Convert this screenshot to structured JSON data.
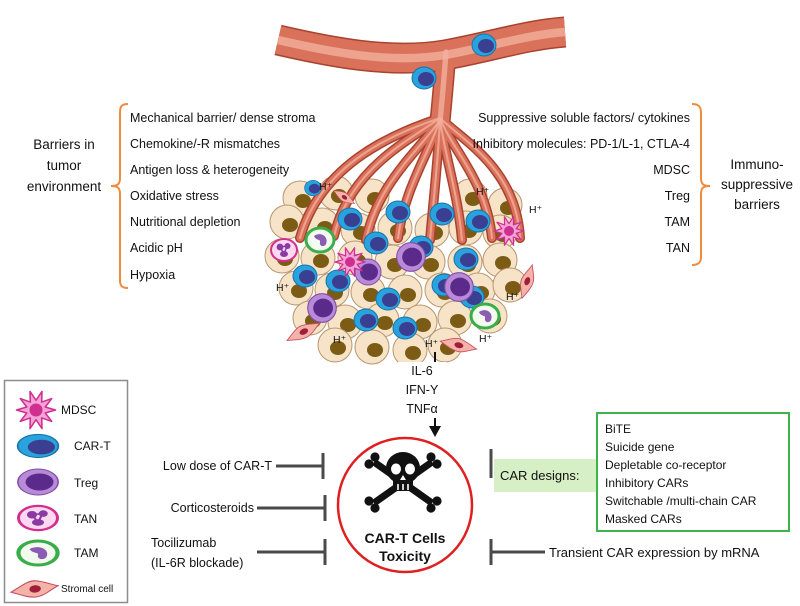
{
  "tumor_environment": {
    "label_lines": [
      "Barriers in",
      "tumor",
      "environment"
    ],
    "barriers": [
      "Mechanical barrier/ dense stroma",
      "Chemokine/-R mismatches",
      "Antigen loss & heterogeneity",
      "Oxidative stress",
      "Nutritional depletion",
      "Acidic pH",
      "Hypoxia"
    ]
  },
  "immunosuppressive": {
    "label_lines": [
      "Immuno-",
      "suppressive",
      "barriers"
    ],
    "barriers": [
      "Suppressive soluble factors/ cytokines",
      "Inhibitory molecules: PD-1/L-1, CTLA-4",
      "MDSC",
      "Treg",
      "TAM",
      "TAN"
    ]
  },
  "tumor": {
    "proton_label": "H⁺"
  },
  "cytokines": [
    "IL-6",
    "IFN-Y",
    "TNFα"
  ],
  "toxicity": {
    "title_lines": [
      "CAR-T Cells",
      "Toxicity"
    ],
    "icon": "skull-crossbones-icon"
  },
  "interventions_left": [
    {
      "label_lines": [
        "Low dose of CAR-T"
      ]
    },
    {
      "label_lines": [
        "Corticosteroids"
      ]
    },
    {
      "label_lines": [
        "Tocilizumab",
        "(IL-6R blockade)"
      ]
    }
  ],
  "interventions_right": {
    "mrna": "Transient CAR expression by mRNA",
    "car_designs_label": "CAR designs:",
    "car_designs": [
      "BiTE",
      "Suicide gene",
      "Depletable co-receptor",
      "Inhibitory CARs",
      "Switchable /multi-chain CAR",
      "Masked CARs"
    ]
  },
  "legend": [
    {
      "label": "MDSC",
      "icon": "mdsc-cell-icon"
    },
    {
      "label": "CAR-T",
      "icon": "car-t-cell-icon"
    },
    {
      "label": "Treg",
      "icon": "treg-cell-icon"
    },
    {
      "label": "TAN",
      "icon": "tan-cell-icon"
    },
    {
      "label": "TAM",
      "icon": "tam-cell-icon"
    },
    {
      "label": "Stromal cell",
      "icon": "stromal-cell-icon"
    }
  ],
  "colors": {
    "brace": "#f08a3c",
    "toxicity_circle": "#e02020",
    "car_designs_box": "#3cb44b",
    "car_designs_fill": "#d7efc4",
    "inhibition": "#4a4a4a",
    "legend_border": "#8c8c8c"
  }
}
